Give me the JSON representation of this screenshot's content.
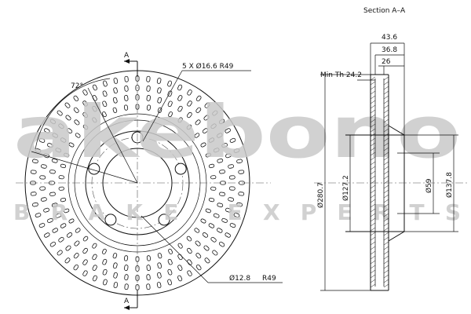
{
  "section_label": "Section A–A",
  "section_marker": "A",
  "labels": {
    "holes": "5 X Ø16.6 R49",
    "angle": "72°",
    "center_hole": "Ø12.8",
    "center_hole_radius": "R49",
    "min_thickness": "Min Th 24.2"
  },
  "dimensions": {
    "total_width": "43.6",
    "width_2": "36.8",
    "hat_width": "26",
    "outer_diameter": "Ø280.7",
    "d127": "Ø127.2",
    "d59": "Ø59",
    "d137": "Ø137.8"
  },
  "watermark": {
    "brand": "akebono",
    "tagline": "BRAKE EXPERTS"
  },
  "colors": {
    "line": "#111111",
    "watermark": "#c9c9c9"
  }
}
